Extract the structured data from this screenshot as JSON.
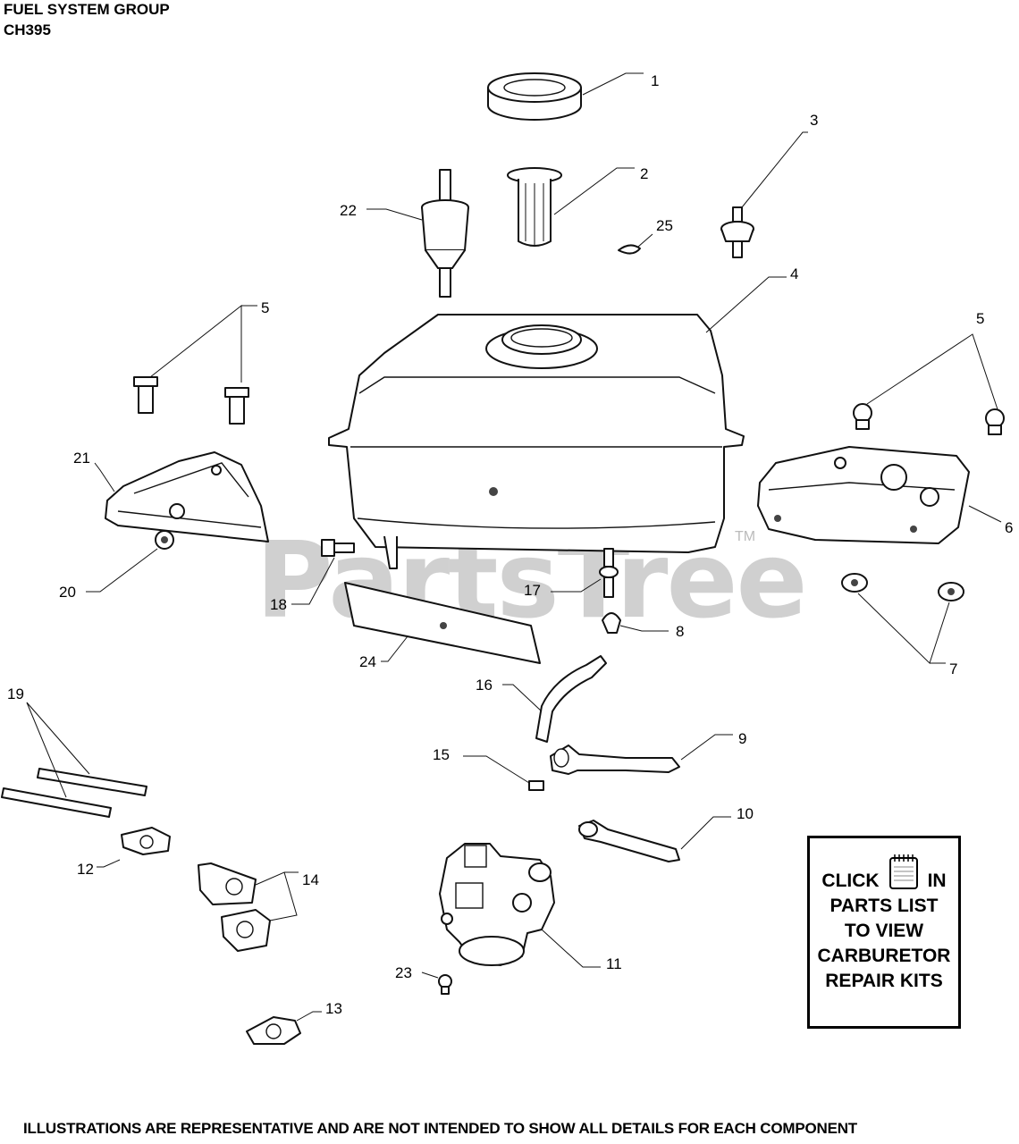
{
  "header": {
    "title": "FUEL SYSTEM GROUP",
    "model": "CH395"
  },
  "watermark": {
    "text": "PartsTree",
    "tm": "TM"
  },
  "callouts": {
    "c1": "1",
    "c2": "2",
    "c3": "3",
    "c4": "4",
    "c5a": "5",
    "c5b": "5",
    "c6": "6",
    "c7": "7",
    "c8": "8",
    "c9": "9",
    "c10": "10",
    "c11": "11",
    "c12": "12",
    "c13": "13",
    "c14": "14",
    "c15": "15",
    "c16": "16",
    "c17": "17",
    "c18": "18",
    "c19": "19",
    "c20": "20",
    "c21": "21",
    "c22": "22",
    "c23": "23",
    "c24": "24",
    "c25": "25"
  },
  "infobox": {
    "click": "CLICK",
    "in": "IN",
    "line2": "PARTS LIST",
    "line3": "TO VIEW",
    "line4": "CARBURETOR",
    "line5": "REPAIR KITS",
    "icon": "notebook-icon"
  },
  "footer": {
    "text": "ILLUSTRATIONS ARE REPRESENTATIVE AND ARE NOT INTENDED TO SHOW ALL DETAILS FOR EACH COMPONENT"
  }
}
